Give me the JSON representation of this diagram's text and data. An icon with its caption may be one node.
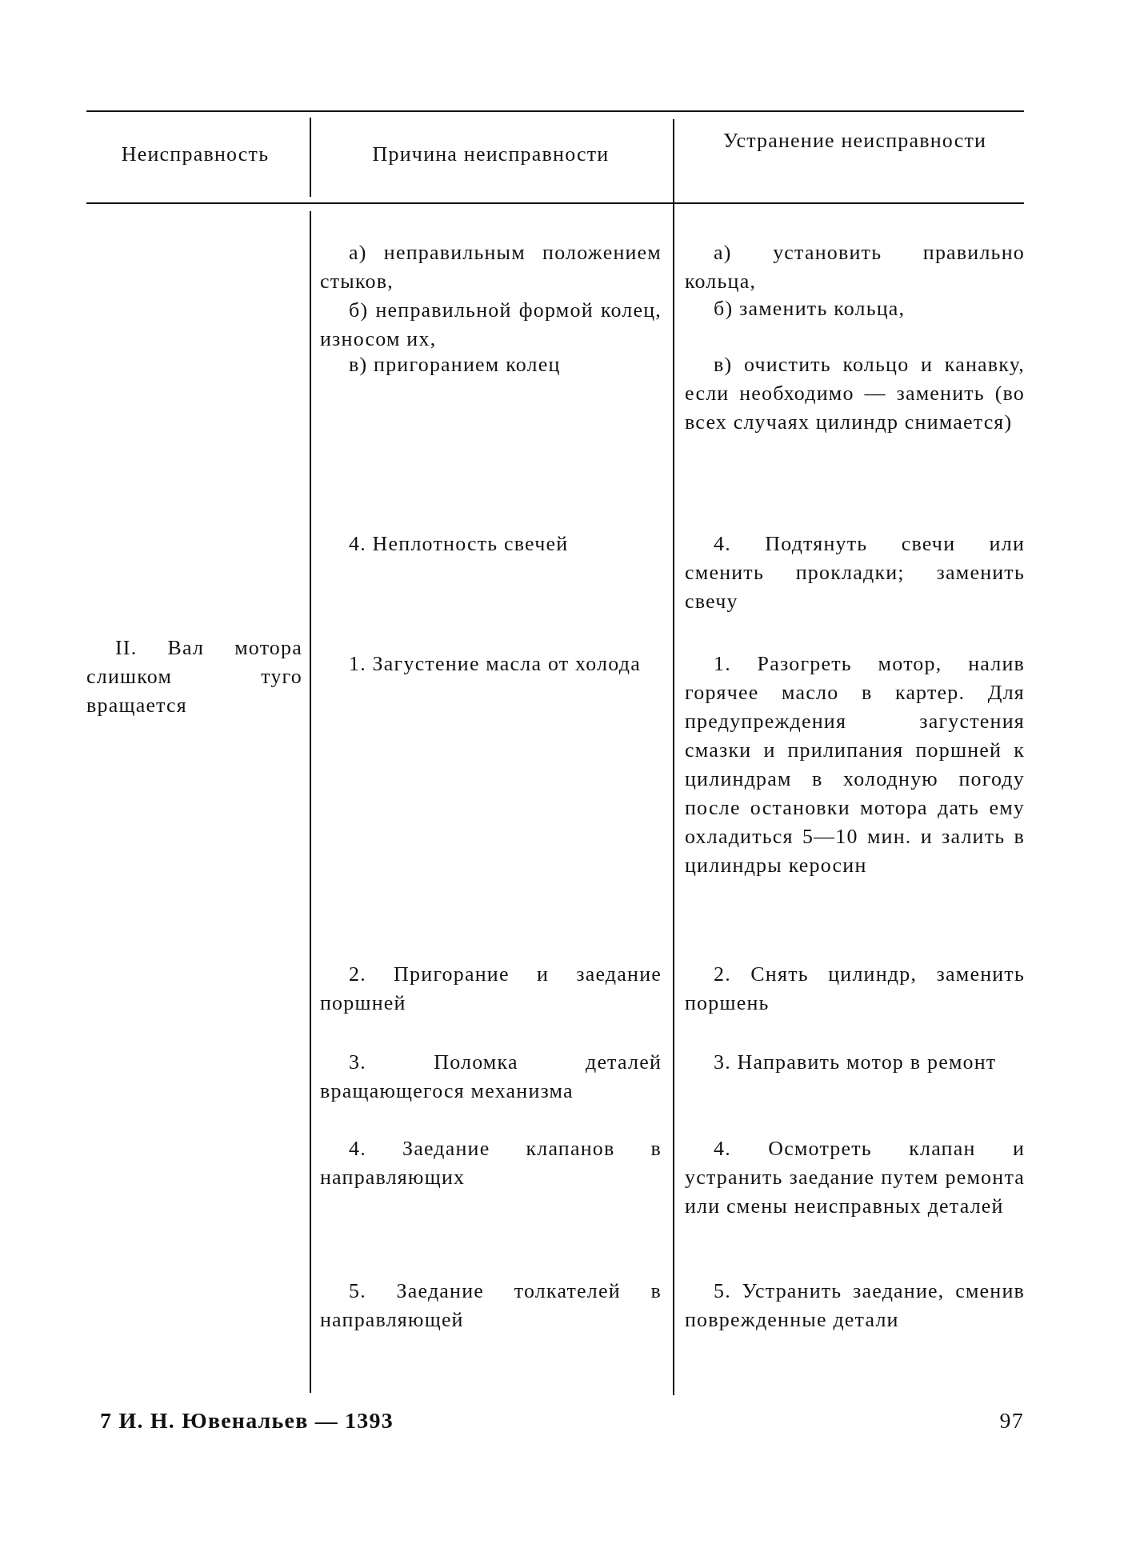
{
  "diagram": {
    "labels": [
      "Неисправность",
      "Причина неисправности",
      "Устранение неисправности",
      "а) неправильным положением стыков,",
      "б) неправильной формой колец, износом их,",
      "в) пригоранием колец",
      "а) установить правильно кольца,",
      "б) заменить кольца,",
      "в) очистить кольцо и канавку, если необходимо — заменить (во всех случаях цилиндр снимается)",
      "4. Неплотность свечей",
      "4. Подтянуть свечи или сменить прокладки; заменить свечу",
      "II. Вал мотора слишком туго вращается",
      "1. Загустение масла от холода",
      "1. Разогреть мотор, налив горячее масло в картер. Для предупреждения загустения смазки и прилипания поршней к цилиндрам в холодную погоду после остановки мотора дать ему охладиться 5—10 мин. и залить в цилиндры керосин",
      "2. Пригорание и заедание поршней",
      "2. Снять цилиндр, заменить поршень",
      "3. Поломка деталей вращающегося механизма",
      "3. Направить мотор в ремонт",
      "4. Заедание клапанов в направляющих",
      "4. Осмотреть клапан и устранить заедание путем ремонта или смены неисправных деталей",
      "5. Заедание толкателей в направляющей",
      "5. Устранить заедание, сменив поврежденные детали",
      "7 И. Н. Ювенальев — 1393",
      "97"
    ]
  }
}
